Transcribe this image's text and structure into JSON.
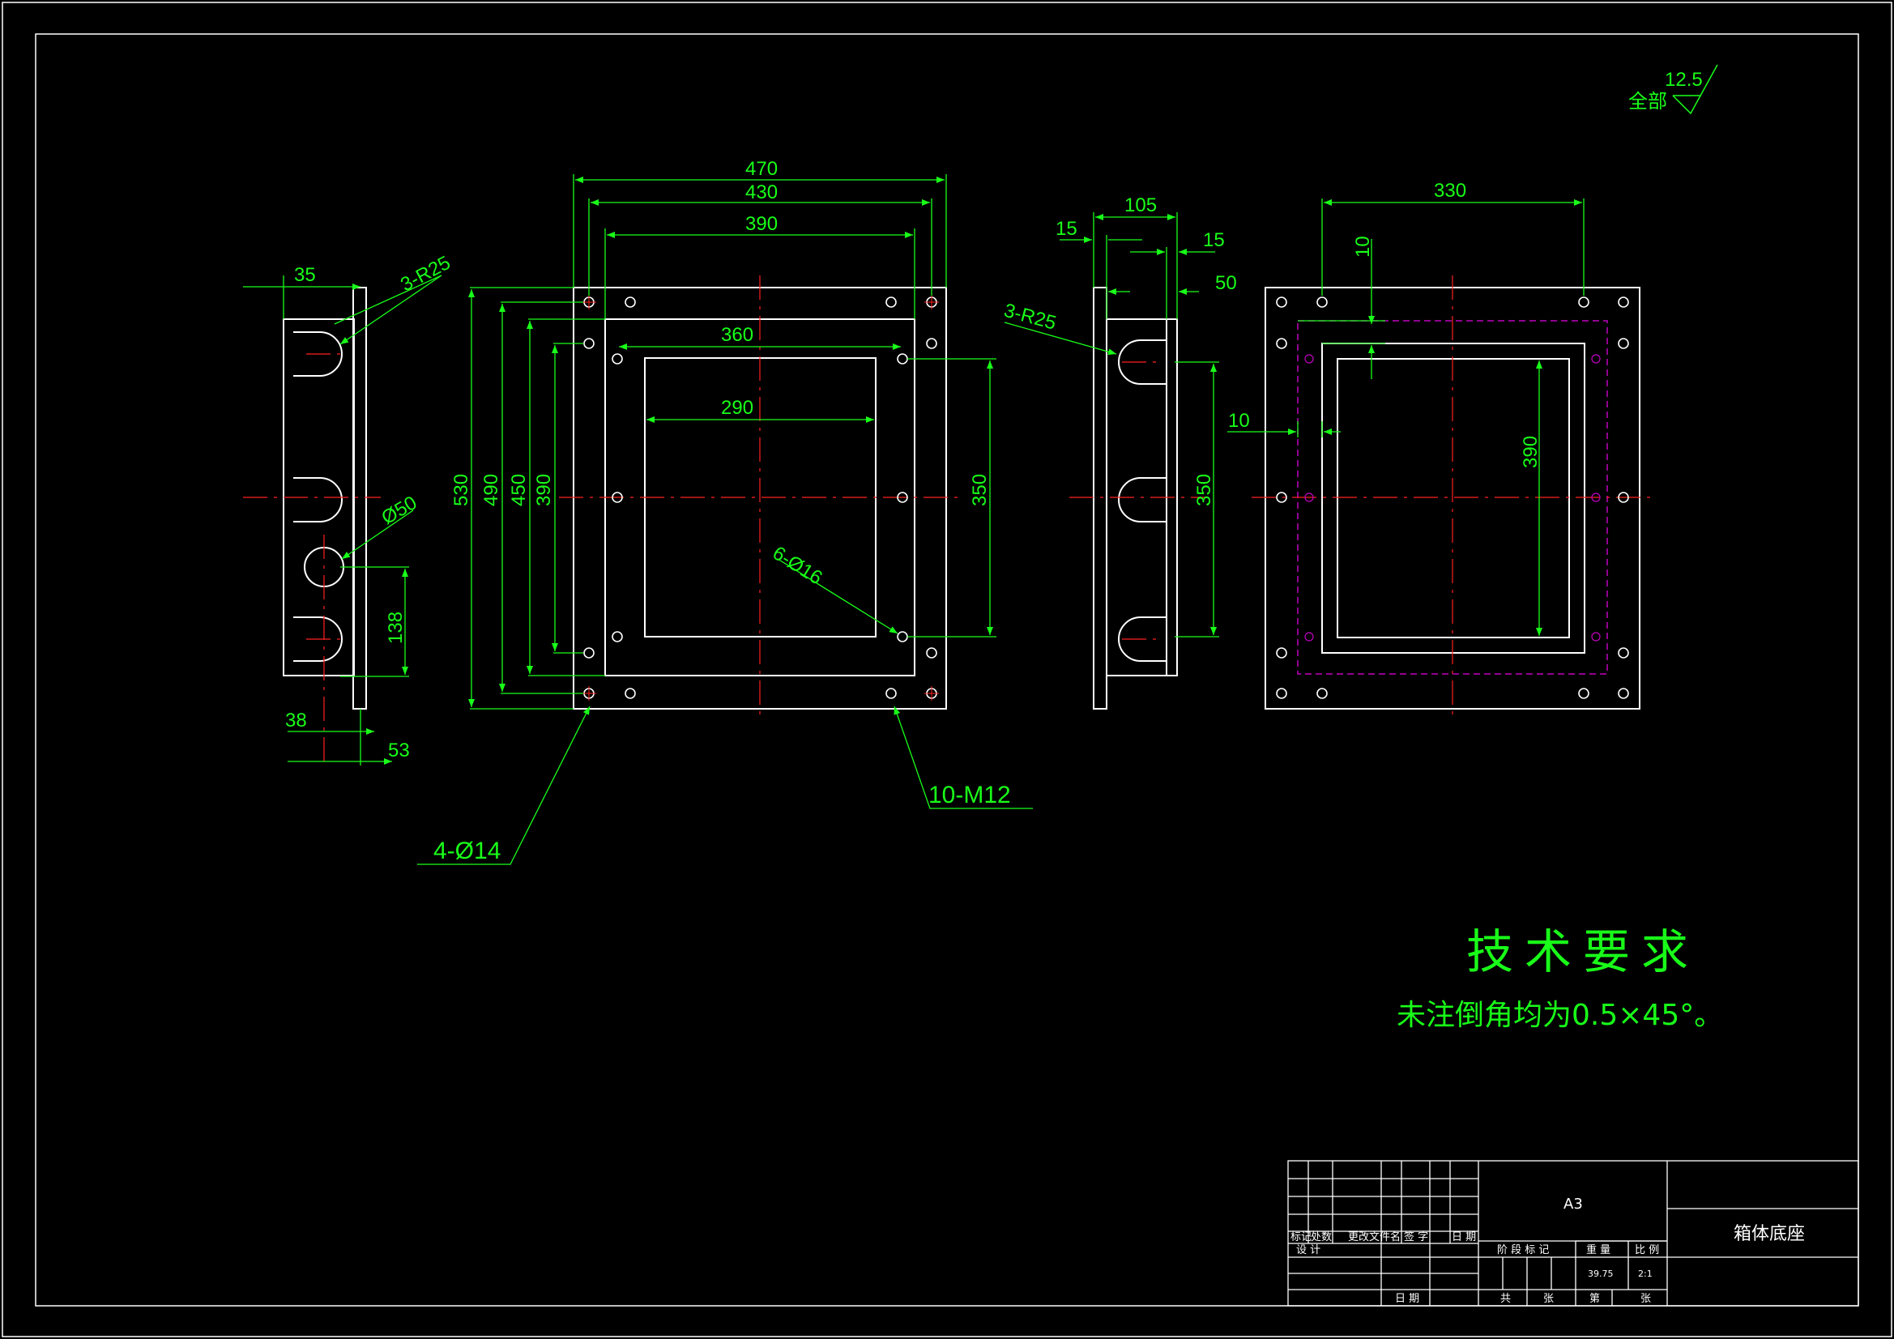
{
  "colors": {
    "background": "#000000",
    "outline": "#ffffff",
    "dimension": "#19ff19",
    "centerline": "#ff2020",
    "hidden": "#c000c0"
  },
  "roughness": {
    "label": "全部",
    "value": "12.5"
  },
  "views": {
    "left": {
      "d1": "35",
      "d2": "3-R25",
      "d3": "Ø50",
      "d4": "138",
      "d5": "38",
      "d6": "53"
    },
    "front": {
      "w1": "470",
      "w2": "430",
      "w3": "390",
      "w4": "360",
      "w5": "290",
      "h1": "530",
      "h2": "490",
      "h3": "450",
      "h4": "390",
      "h5": "350",
      "holes_inner": "6-Ø16",
      "holes_corner": "4-Ø14",
      "holes_thread": "10-M12"
    },
    "side": {
      "d1": "105",
      "d2": "15",
      "d3": "15",
      "d4": "50",
      "d5": "3-R25",
      "d6": "350"
    },
    "top": {
      "d1": "330",
      "d2": "10",
      "d3": "10",
      "d4": "390"
    }
  },
  "notes": {
    "title": "技术要求",
    "line1": "未注倒角均为0.5×45°。"
  },
  "title_block": {
    "sheet_size": "A3",
    "part_name": "箱体底座",
    "headers": [
      "标记",
      "处数",
      "更改文件名",
      "签 字",
      "日 期"
    ],
    "design": "设 计",
    "date": "日 期",
    "stage_mark": "阶 段 标 记",
    "weight": "重 量",
    "scale": "比 例",
    "weight_value": "39.75",
    "scale_value": "2:1",
    "total": "共",
    "sheets": "张",
    "sheet_no": "第",
    "sheet_no_suffix": "张"
  }
}
